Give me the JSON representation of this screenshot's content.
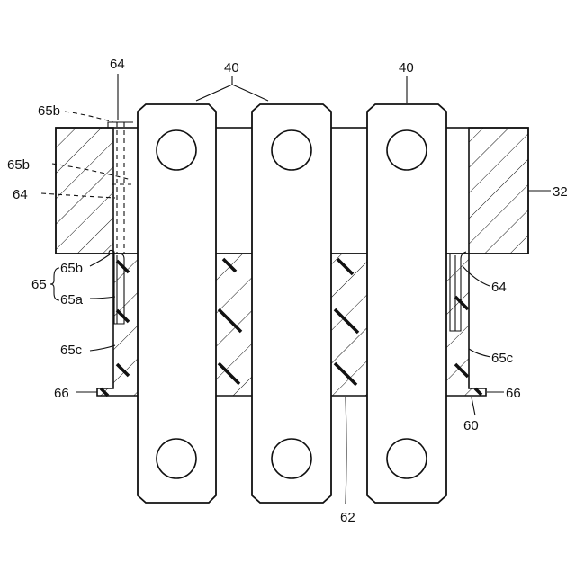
{
  "labels": {
    "l64_top": "64",
    "l40_left": "40",
    "l40_right": "40",
    "l65b_top": "65b",
    "l65b_mid": "65b",
    "l64_left": "64",
    "l32": "32",
    "l65": "65",
    "l65b_bracket": "65b",
    "l65a": "65a",
    "l64_right": "64",
    "l65c_left": "65c",
    "l65c_right": "65c",
    "l66_left": "66",
    "l66_right": "66",
    "l60": "60",
    "l62": "62"
  }
}
